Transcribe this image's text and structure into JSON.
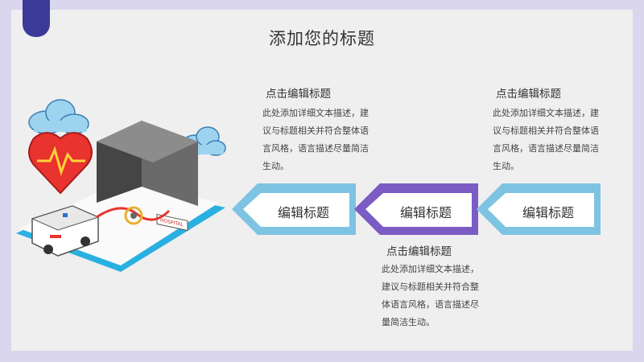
{
  "title": "添加您的标题",
  "blocks": [
    {
      "heading": "点击编辑标题",
      "lines": [
        "此处添加详细文本描述，建",
        "议与标题相关并符合整体语",
        "言风格，语言描述尽量简洁",
        "生动。"
      ]
    },
    {
      "heading": "点击编辑标题",
      "lines": [
        "此处添加详细文本描述，建",
        "议与标题相关并符合整体语",
        "言风格，语言描述尽量简洁",
        "生动。"
      ]
    },
    {
      "heading": "点击编辑标题",
      "lines": [
        "此处添加详细文本描述，",
        "建议与标题相关并符合整",
        "体语言风格，语言描述尽",
        "量简洁生动。"
      ]
    }
  ],
  "shapes": [
    {
      "label": "编辑标题",
      "color": "#7ec4e2"
    },
    {
      "label": "编辑标题",
      "color": "#7b5bc4"
    },
    {
      "label": "编辑标题",
      "color": "#7ec4e2"
    }
  ],
  "illustration": {
    "building_sign": "HOSPITAL",
    "icons": [
      "cloud-icon",
      "heart-icon",
      "hospital-building-icon",
      "ambulance-icon",
      "stethoscope-icon"
    ]
  },
  "colors": {
    "accent": "#3c3a99",
    "background": "#efefef",
    "frame": "#d9d6ee"
  }
}
